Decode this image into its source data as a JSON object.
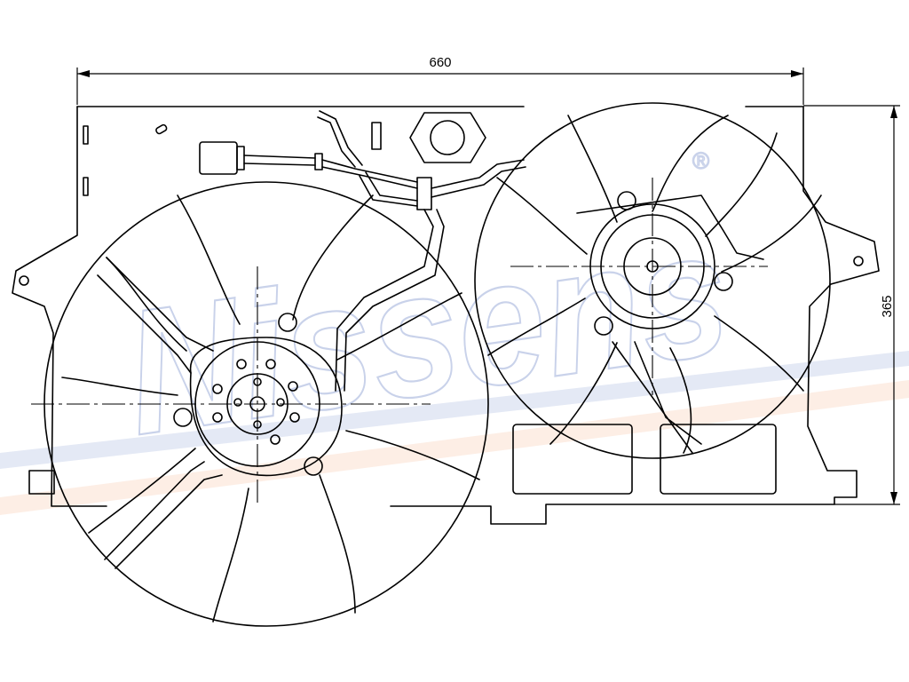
{
  "watermark": {
    "text": "Nissens",
    "registered_mark": "®",
    "stripe_colors": [
      "#dfe5f4",
      "#fde8dc"
    ]
  },
  "dimensions": {
    "width_label": "660",
    "height_label": "365"
  },
  "drawing": {
    "components": [
      "mounting-frame",
      "left-fan",
      "right-fan",
      "wiring-harness",
      "connector",
      "mounting-nut"
    ],
    "line_color": "#000000"
  }
}
